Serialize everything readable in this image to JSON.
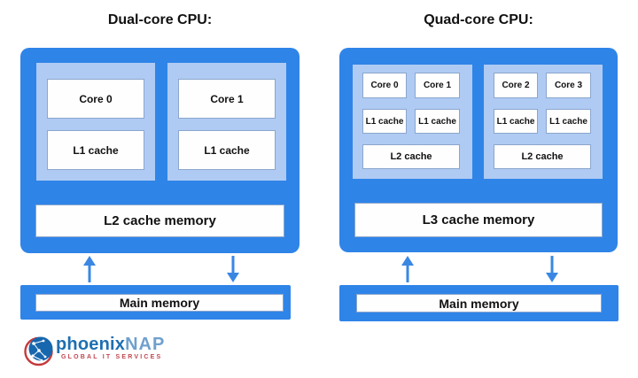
{
  "colors": {
    "page_bg": "#ffffff",
    "cpu_blue": "#2F84E8",
    "cluster_light_blue": "#AFCBF3",
    "box_white": "#FEFEFE",
    "box_border": "#8BA6CC",
    "arrow_blue": "#3A87E3",
    "logo_blue": "#1E6FB2",
    "logo_nap_blue": "#6FA0CE",
    "logo_red": "#C04650",
    "globe_blue": "#1767AE",
    "globe_ring_red": "#C5393B"
  },
  "icons": {
    "up_arrow": "up-arrow-icon",
    "down_arrow": "down-arrow-icon",
    "globe": "globe-icon"
  },
  "dual": {
    "title": "Dual-core CPU:",
    "clusters": [
      {
        "core": "Core 0",
        "l1": "L1 cache"
      },
      {
        "core": "Core 1",
        "l1": "L1 cache"
      }
    ],
    "shared_cache": "L2 cache memory",
    "main_memory": "Main memory"
  },
  "quad": {
    "title": "Quad-core CPU:",
    "clusters": [
      {
        "core_a": "Core 0",
        "core_b": "Core 1",
        "l1_a": "L1 cache",
        "l1_b": "L1 cache",
        "l2": "L2 cache"
      },
      {
        "core_a": "Core 2",
        "core_b": "Core 3",
        "l1_a": "L1 cache",
        "l1_b": "L1 cache",
        "l2": "L2 cache"
      }
    ],
    "shared_cache": "L3 cache memory",
    "main_memory": "Main memory"
  },
  "logo": {
    "brand_primary": "phoenix",
    "brand_secondary": "NAP",
    "tagline": "GLOBAL IT SERVICES"
  }
}
